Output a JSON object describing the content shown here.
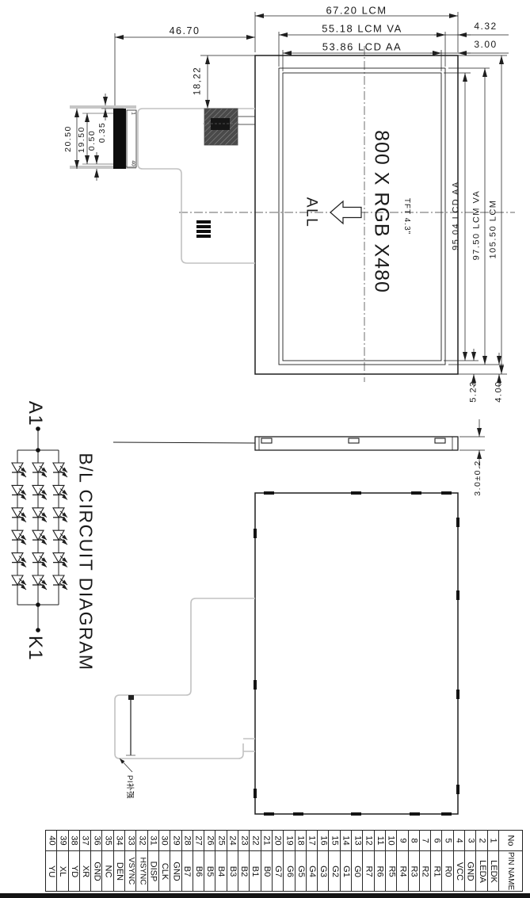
{
  "front_view": {
    "display_resolution": "800 X RGB X480",
    "panel_type": "TFT 4.3\"",
    "viewing_direction": "ALL",
    "dims": {
      "lcm_width": "67.20 LCM",
      "lcm_va_width": "55.18 LCM VA",
      "lcd_aa_width": "53.86 LCD AA",
      "va_edge_offset": "4.32",
      "aa_edge_offset": "3.00",
      "fpc_length": "46.70",
      "component_offset": "18,22",
      "connector_width": "20.50",
      "connector_inner_width": "19.50",
      "pad_pitch": "0.50",
      "pad_width": "0.35",
      "lcd_aa_height": "95.04 LCD AA",
      "lcm_va_height": "97.50 LCM VA",
      "lcm_height": "105.50 LCM",
      "aa_bottom_offset": "5.23",
      "va_bottom_offset": "4.00"
    },
    "connector_pin_first": "1",
    "connector_pin_last": "40"
  },
  "side_view": {
    "thickness": "3.0±0.2"
  },
  "backlight_circuit": {
    "title": "B/L CIRCUIT DIAGRAM",
    "anode_label": "A1",
    "cathode_label": "K1",
    "strings": 3,
    "leds_per_string": 6
  },
  "back_view": {
    "stiffener_label": "PI补强"
  },
  "pin_table": {
    "no_header": "No",
    "name_header": "PIN NAME",
    "pins": [
      {
        "no": 1,
        "name": "LEDK"
      },
      {
        "no": 2,
        "name": "LEDA"
      },
      {
        "no": 3,
        "name": "GND"
      },
      {
        "no": 4,
        "name": "VCC"
      },
      {
        "no": 5,
        "name": "R0"
      },
      {
        "no": 6,
        "name": "R1"
      },
      {
        "no": 7,
        "name": "R2"
      },
      {
        "no": 8,
        "name": "R3"
      },
      {
        "no": 9,
        "name": "R4"
      },
      {
        "no": 10,
        "name": "R5"
      },
      {
        "no": 11,
        "name": "R6"
      },
      {
        "no": 12,
        "name": "R7"
      },
      {
        "no": 13,
        "name": "G0"
      },
      {
        "no": 14,
        "name": "G1"
      },
      {
        "no": 15,
        "name": "G2"
      },
      {
        "no": 16,
        "name": "G3"
      },
      {
        "no": 17,
        "name": "G4"
      },
      {
        "no": 18,
        "name": "G5"
      },
      {
        "no": 19,
        "name": "G6"
      },
      {
        "no": 20,
        "name": "G7"
      },
      {
        "no": 21,
        "name": "B0"
      },
      {
        "no": 22,
        "name": "B1"
      },
      {
        "no": 23,
        "name": "B2"
      },
      {
        "no": 24,
        "name": "B3"
      },
      {
        "no": 25,
        "name": "B4"
      },
      {
        "no": 26,
        "name": "B5"
      },
      {
        "no": 27,
        "name": "B6"
      },
      {
        "no": 28,
        "name": "B7"
      },
      {
        "no": 29,
        "name": "GND"
      },
      {
        "no": 30,
        "name": "CLK"
      },
      {
        "no": 31,
        "name": "DISP"
      },
      {
        "no": 32,
        "name": "HSYNC"
      },
      {
        "no": 33,
        "name": "VSYNC"
      },
      {
        "no": 34,
        "name": "DEN"
      },
      {
        "no": 35,
        "name": "NC"
      },
      {
        "no": 36,
        "name": "GND"
      },
      {
        "no": 37,
        "name": "XR"
      },
      {
        "no": 38,
        "name": "YD"
      },
      {
        "no": 39,
        "name": "XL"
      },
      {
        "no": 40,
        "name": "YU"
      }
    ]
  }
}
